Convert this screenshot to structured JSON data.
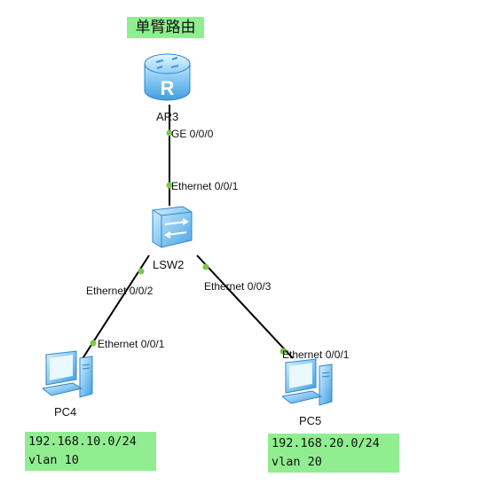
{
  "title": "单臂路由",
  "colors": {
    "note_bg": "#90ee90",
    "link_line": "#000000",
    "port_dot": "#7ac943",
    "device_blue": "#5fb4ea"
  },
  "devices": {
    "router": {
      "name": "AR3",
      "icon": "router-icon"
    },
    "switch": {
      "name": "LSW2",
      "icon": "switch-icon"
    },
    "pc4": {
      "name": "PC4",
      "icon": "pc-icon"
    },
    "pc5": {
      "name": "PC5",
      "icon": "pc-icon"
    }
  },
  "ports": {
    "ar3_ge": "GE 0/0/0",
    "lsw2_up": "Ethernet 0/0/1",
    "lsw2_left": "Ethernet 0/0/2",
    "lsw2_right": "Ethernet 0/0/3",
    "pc4_eth": "Ethernet 0/0/1",
    "pc5_eth": "Ethernet 0/0/1"
  },
  "notes": {
    "pc4": {
      "subnet": "192.168.10.0/24",
      "vlan": "vlan 10"
    },
    "pc5": {
      "subnet": "192.168.20.0/24",
      "vlan": "vlan 20"
    }
  }
}
